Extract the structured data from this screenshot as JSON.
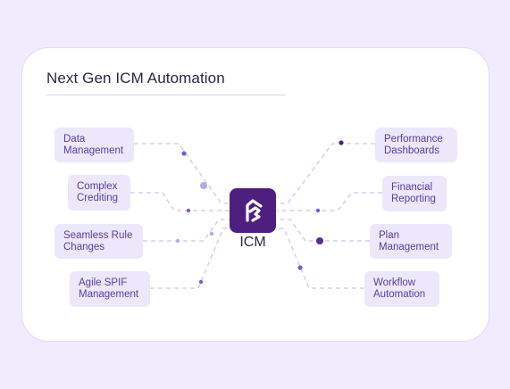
{
  "title": "Next Gen ICM Automation",
  "center": {
    "label": "ICM",
    "icon": "icm-logo-icon"
  },
  "left_items": [
    {
      "label": [
        "Data",
        "Management"
      ]
    },
    {
      "label": [
        "Complex",
        "Crediting"
      ]
    },
    {
      "label": [
        "Seamless Rule",
        "Changes"
      ]
    },
    {
      "label": [
        "Agile SPIF",
        "Management"
      ]
    }
  ],
  "right_items": [
    {
      "label": [
        "Performance",
        "Dashboards"
      ]
    },
    {
      "label": [
        "Financial",
        "Reporting"
      ]
    },
    {
      "label": [
        "Plan",
        "Management"
      ]
    },
    {
      "label": [
        "Workflow",
        "Automation"
      ]
    }
  ],
  "colors": {
    "background": "#f1ecfd",
    "card": "#ffffff",
    "box_fill": "#ede7fb",
    "box_text": "#5a3c9c",
    "logo": "#4d1f7f",
    "connector": "#cfc4ee",
    "dot": "#7c5cc4"
  }
}
